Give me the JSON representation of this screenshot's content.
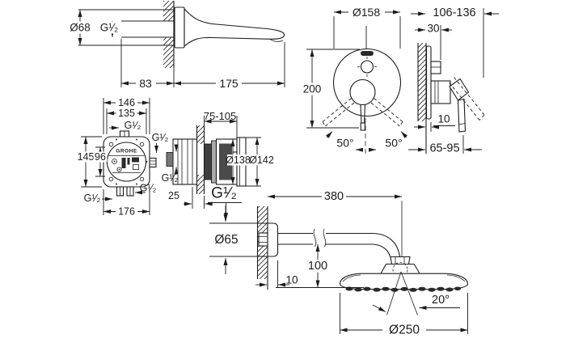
{
  "brand": "GROHE",
  "views": {
    "spout": {
      "diameter": "Ø68",
      "thread": "G¹⁄₂",
      "wall_depth": "83",
      "projection": "175"
    },
    "trim_front": {
      "diameter": "Ø158",
      "height": "200",
      "angle_left": "50°",
      "angle_right": "50°"
    },
    "trim_side": {
      "depth_range": "106-136",
      "plate_depth": "30",
      "plate_offset": "10",
      "lever_range": "65-95"
    },
    "box_front": {
      "width_outer": "146",
      "width_inner": "135",
      "thread_top": "G¹⁄₂",
      "thread_right": "G¹⁄₂",
      "height_outer": "145",
      "height_inner": "96",
      "thread_bottom_left": "G¹⁄₂",
      "thread_bottom_center": "G¹⁄₂",
      "width_bottom": "176"
    },
    "box_side": {
      "depth_range": "75-105",
      "diameter_inner": "Ø138",
      "diameter_outer": "Ø142",
      "thread": "G¹⁄₂",
      "wall_offset": "25"
    },
    "shower": {
      "thread": "G¹⁄₂",
      "arm_length": "380",
      "escutcheon_diameter": "Ø65",
      "head_drop": "100",
      "escutcheon_depth": "10",
      "swivel_angle": "20°",
      "head_diameter": "Ø250"
    }
  }
}
